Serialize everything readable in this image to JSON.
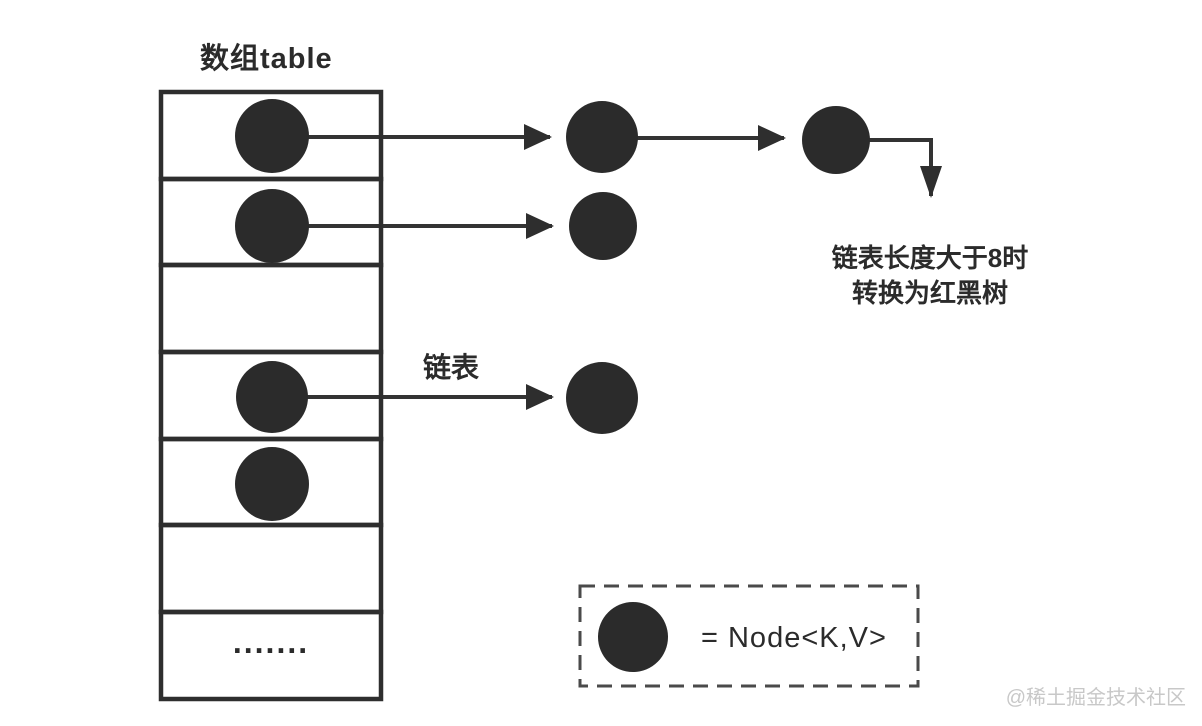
{
  "diagram": {
    "title": "数组table",
    "edge_label": "链表",
    "annotation": {
      "line1": "链表长度大于8时",
      "line2": "转换为红黑树"
    },
    "array": {
      "ellipsis": ".......",
      "rows": [
        {
          "index": 0,
          "has_node": true,
          "linked_nodes": 2
        },
        {
          "index": 1,
          "has_node": true,
          "linked_nodes": 1
        },
        {
          "index": 2,
          "has_node": false,
          "linked_nodes": 0
        },
        {
          "index": 3,
          "has_node": true,
          "linked_nodes": 1
        },
        {
          "index": 4,
          "has_node": true,
          "linked_nodes": 0
        },
        {
          "index": 5,
          "has_node": false,
          "linked_nodes": 0
        },
        {
          "index": 6,
          "has_node": false,
          "linked_nodes": 0,
          "text": "......."
        }
      ]
    },
    "legend": {
      "symbol": "node-circle",
      "label": "= Node<K,V>"
    },
    "watermark": "@稀土掘金技术社区",
    "colors": {
      "node": "#2b2b2b",
      "line": "#333333",
      "legend_border": "#4a4a4a",
      "watermark": "#c8c8c8",
      "background": "#ffffff"
    }
  }
}
